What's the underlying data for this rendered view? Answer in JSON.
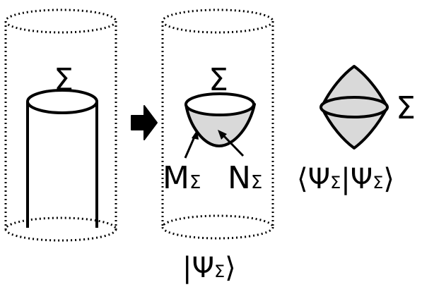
{
  "colors": {
    "stroke": "#000000",
    "surface_fill": "#d9d9d9",
    "arrow_fill": "#000000",
    "background": "#ffffff"
  },
  "labels": {
    "sigma_left": "Σ",
    "sigma_middle": "Σ",
    "sigma_right": "Σ",
    "m_sigma": "MΣ",
    "n_sigma": "NΣ",
    "ket": "|Ψ",
    "ket_sub": "Σ",
    "ket_close": "⟩",
    "bracket": "⟨ΨΣ|ΨΣ⟩"
  },
  "icons": {
    "transition_arrow": "right-arrow-icon"
  }
}
